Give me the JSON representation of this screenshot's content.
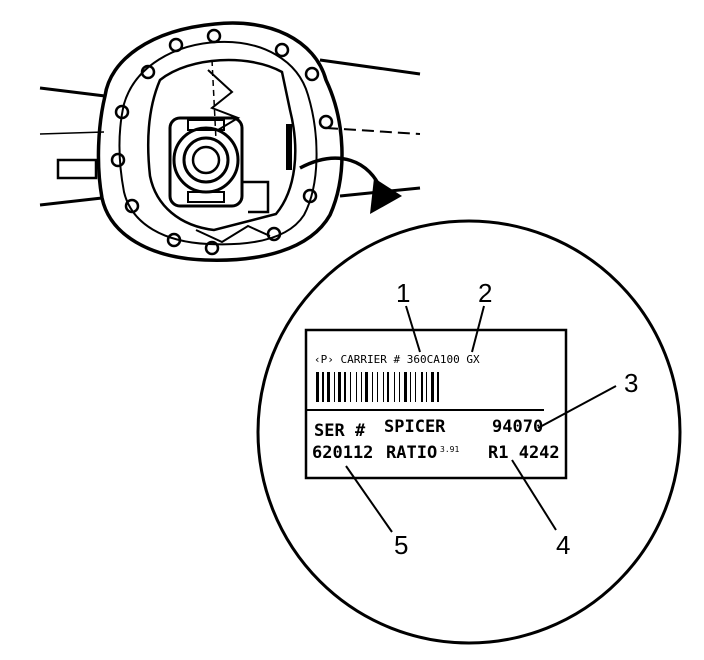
{
  "callouts": {
    "c1": "1",
    "c2": "2",
    "c3": "3",
    "c4": "4",
    "c5": "5"
  },
  "tag": {
    "line1": "‹P› CARRIER # 360CA100 GX",
    "ser_label": "SER #",
    "maker": "SPICER",
    "part_code": "94070",
    "serial": "620112",
    "ratio_label": "RATIO",
    "ratio_value": "3.91",
    "ratio_code": "R1 4242"
  },
  "colors": {
    "ink": "#000000",
    "paper": "#ffffff"
  }
}
